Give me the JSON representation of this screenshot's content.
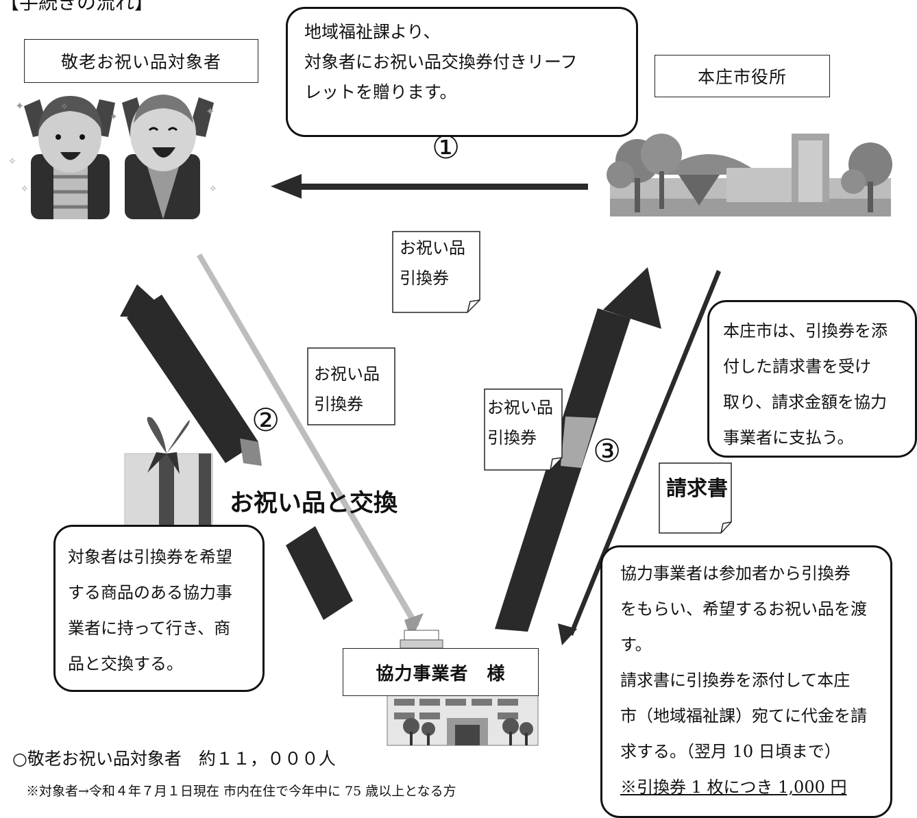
{
  "header_title": "【手続きの流れ】",
  "recipients_label": "敬老お祝い品対象者",
  "cityhall_label": "本庄市役所",
  "business_label": "協力事業者　様",
  "step1": {
    "number": "①",
    "lines": [
      "地域福祉課より、",
      "対象者にお祝い品交換券付きリーフ",
      "レットを贈ります。"
    ]
  },
  "step2": {
    "number": "②",
    "exchange_label": "お祝い品と交換",
    "lines": [
      "対象者は引換券を希望",
      "する商品のある協力事",
      "業者に持って行き、商",
      "品と交換する。"
    ]
  },
  "step3": {
    "number": "③",
    "city_lines": [
      "本庄市は、引換券を添",
      "付した請求書を受け",
      "取り、請求金額を協力",
      "事業者に支払う。"
    ],
    "invoice_label": "請求書",
    "business_lines": [
      "協力事業者は参加者から引換券",
      "をもらい、希望するお祝い品を渡",
      "す。",
      "請求書に引換券を添付して本庄",
      "市（地域福祉課）宛てに代金を請",
      "求する。（翌月 10 日頃まで）"
    ],
    "business_note": "※引換券 1 枚につき 1,000 円"
  },
  "ticket": {
    "line1": "お祝い品",
    "line2": "引換券"
  },
  "footer": {
    "count_line": "○敬老お祝い品対象者　約１１，０００人",
    "note_line": "※対象者→令和４年７月１日現在 市内在住で今年中に 75 歳以上となる方"
  },
  "colors": {
    "arrow_dark": "#2a2a2a",
    "arrow_gray": "#b8b8b8",
    "tree_gray": "#8c8c8c",
    "building_gray": "#a9a9a9"
  }
}
